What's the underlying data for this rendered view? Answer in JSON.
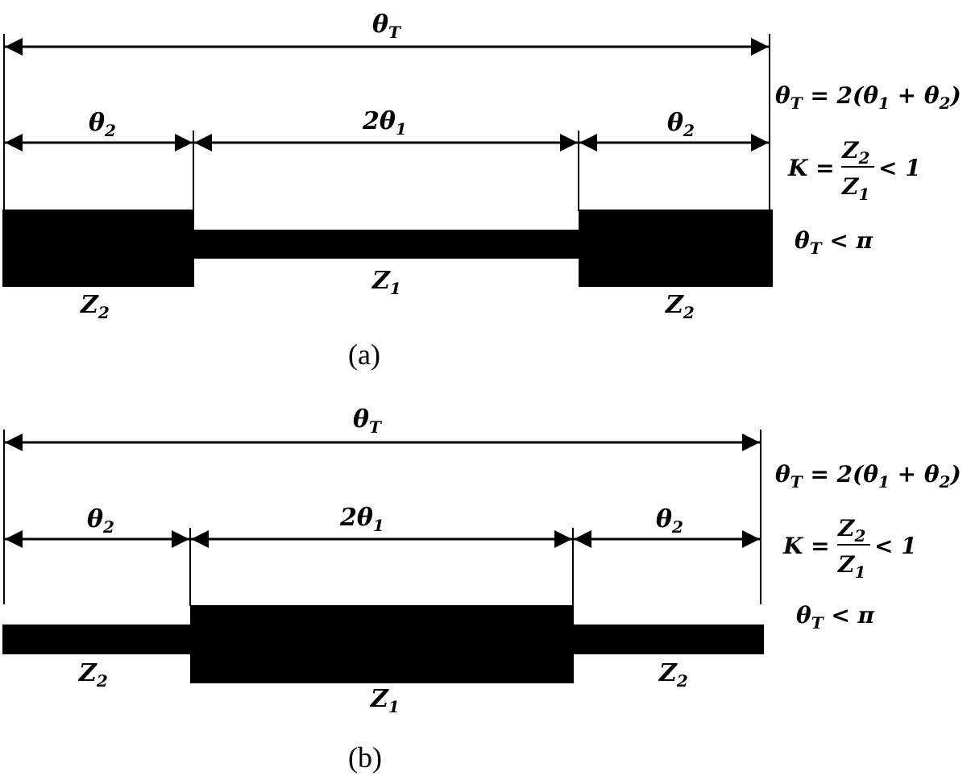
{
  "figures": [
    {
      "caption": "(a)",
      "total_dim": "θT",
      "side_dim": "θ2",
      "middle_dim": "2θ1",
      "side_impedance": "Z2",
      "middle_impedance": "Z1",
      "eq_total": "θT = 2(θ1 + θ2)",
      "eq_k_lhs": "K =",
      "eq_k_num": "Z2",
      "eq_k_den": "Z1",
      "eq_k_rhs": "< 1",
      "eq_limit": "θT < π"
    },
    {
      "caption": "(b)",
      "total_dim": "θT",
      "side_dim": "θ2",
      "middle_dim": "2θ1",
      "side_impedance": "Z2",
      "middle_impedance": "Z1",
      "eq_total": "θT = 2(θ1 + θ2)",
      "eq_k_lhs": "K =",
      "eq_k_num": "Z2",
      "eq_k_den": "Z1",
      "eq_k_rhs": "< 1",
      "eq_limit": "θT < π"
    }
  ]
}
